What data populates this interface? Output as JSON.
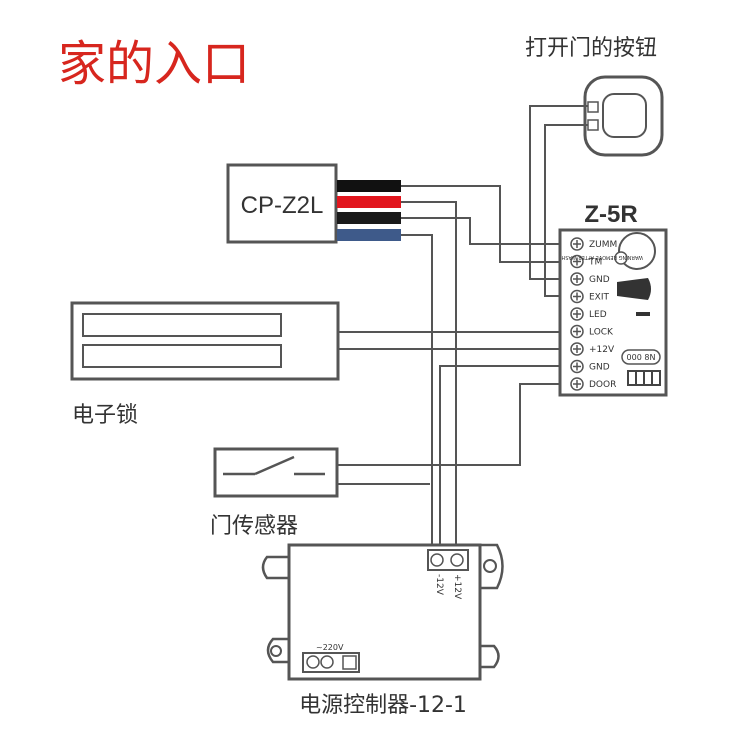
{
  "title": "家的入口",
  "button_label": "打开门的按钮",
  "reader": {
    "label": "CP-Z2L",
    "wire_colors": [
      "#111111",
      "#e2161e",
      "#1a1a1a",
      "#3e5a8a"
    ]
  },
  "controller": {
    "label": "Z-5R",
    "terminals": [
      "ZUMM",
      "TM",
      "GND",
      "EXIT",
      "LED",
      "LOCK",
      "+12V",
      "GND",
      "DOOR"
    ],
    "buzzer_text": "WARNING REMOVE AFTER WASH",
    "dip_label": "000 8N"
  },
  "lock_label": "电子锁",
  "sensor_label": "门传感器",
  "psu": {
    "label": "电源控制器-12-1",
    "out_minus": "-12V",
    "out_plus": "+12V",
    "ac_label": "~220V"
  },
  "colors": {
    "title": "#d7261e",
    "stroke": "#555555"
  }
}
